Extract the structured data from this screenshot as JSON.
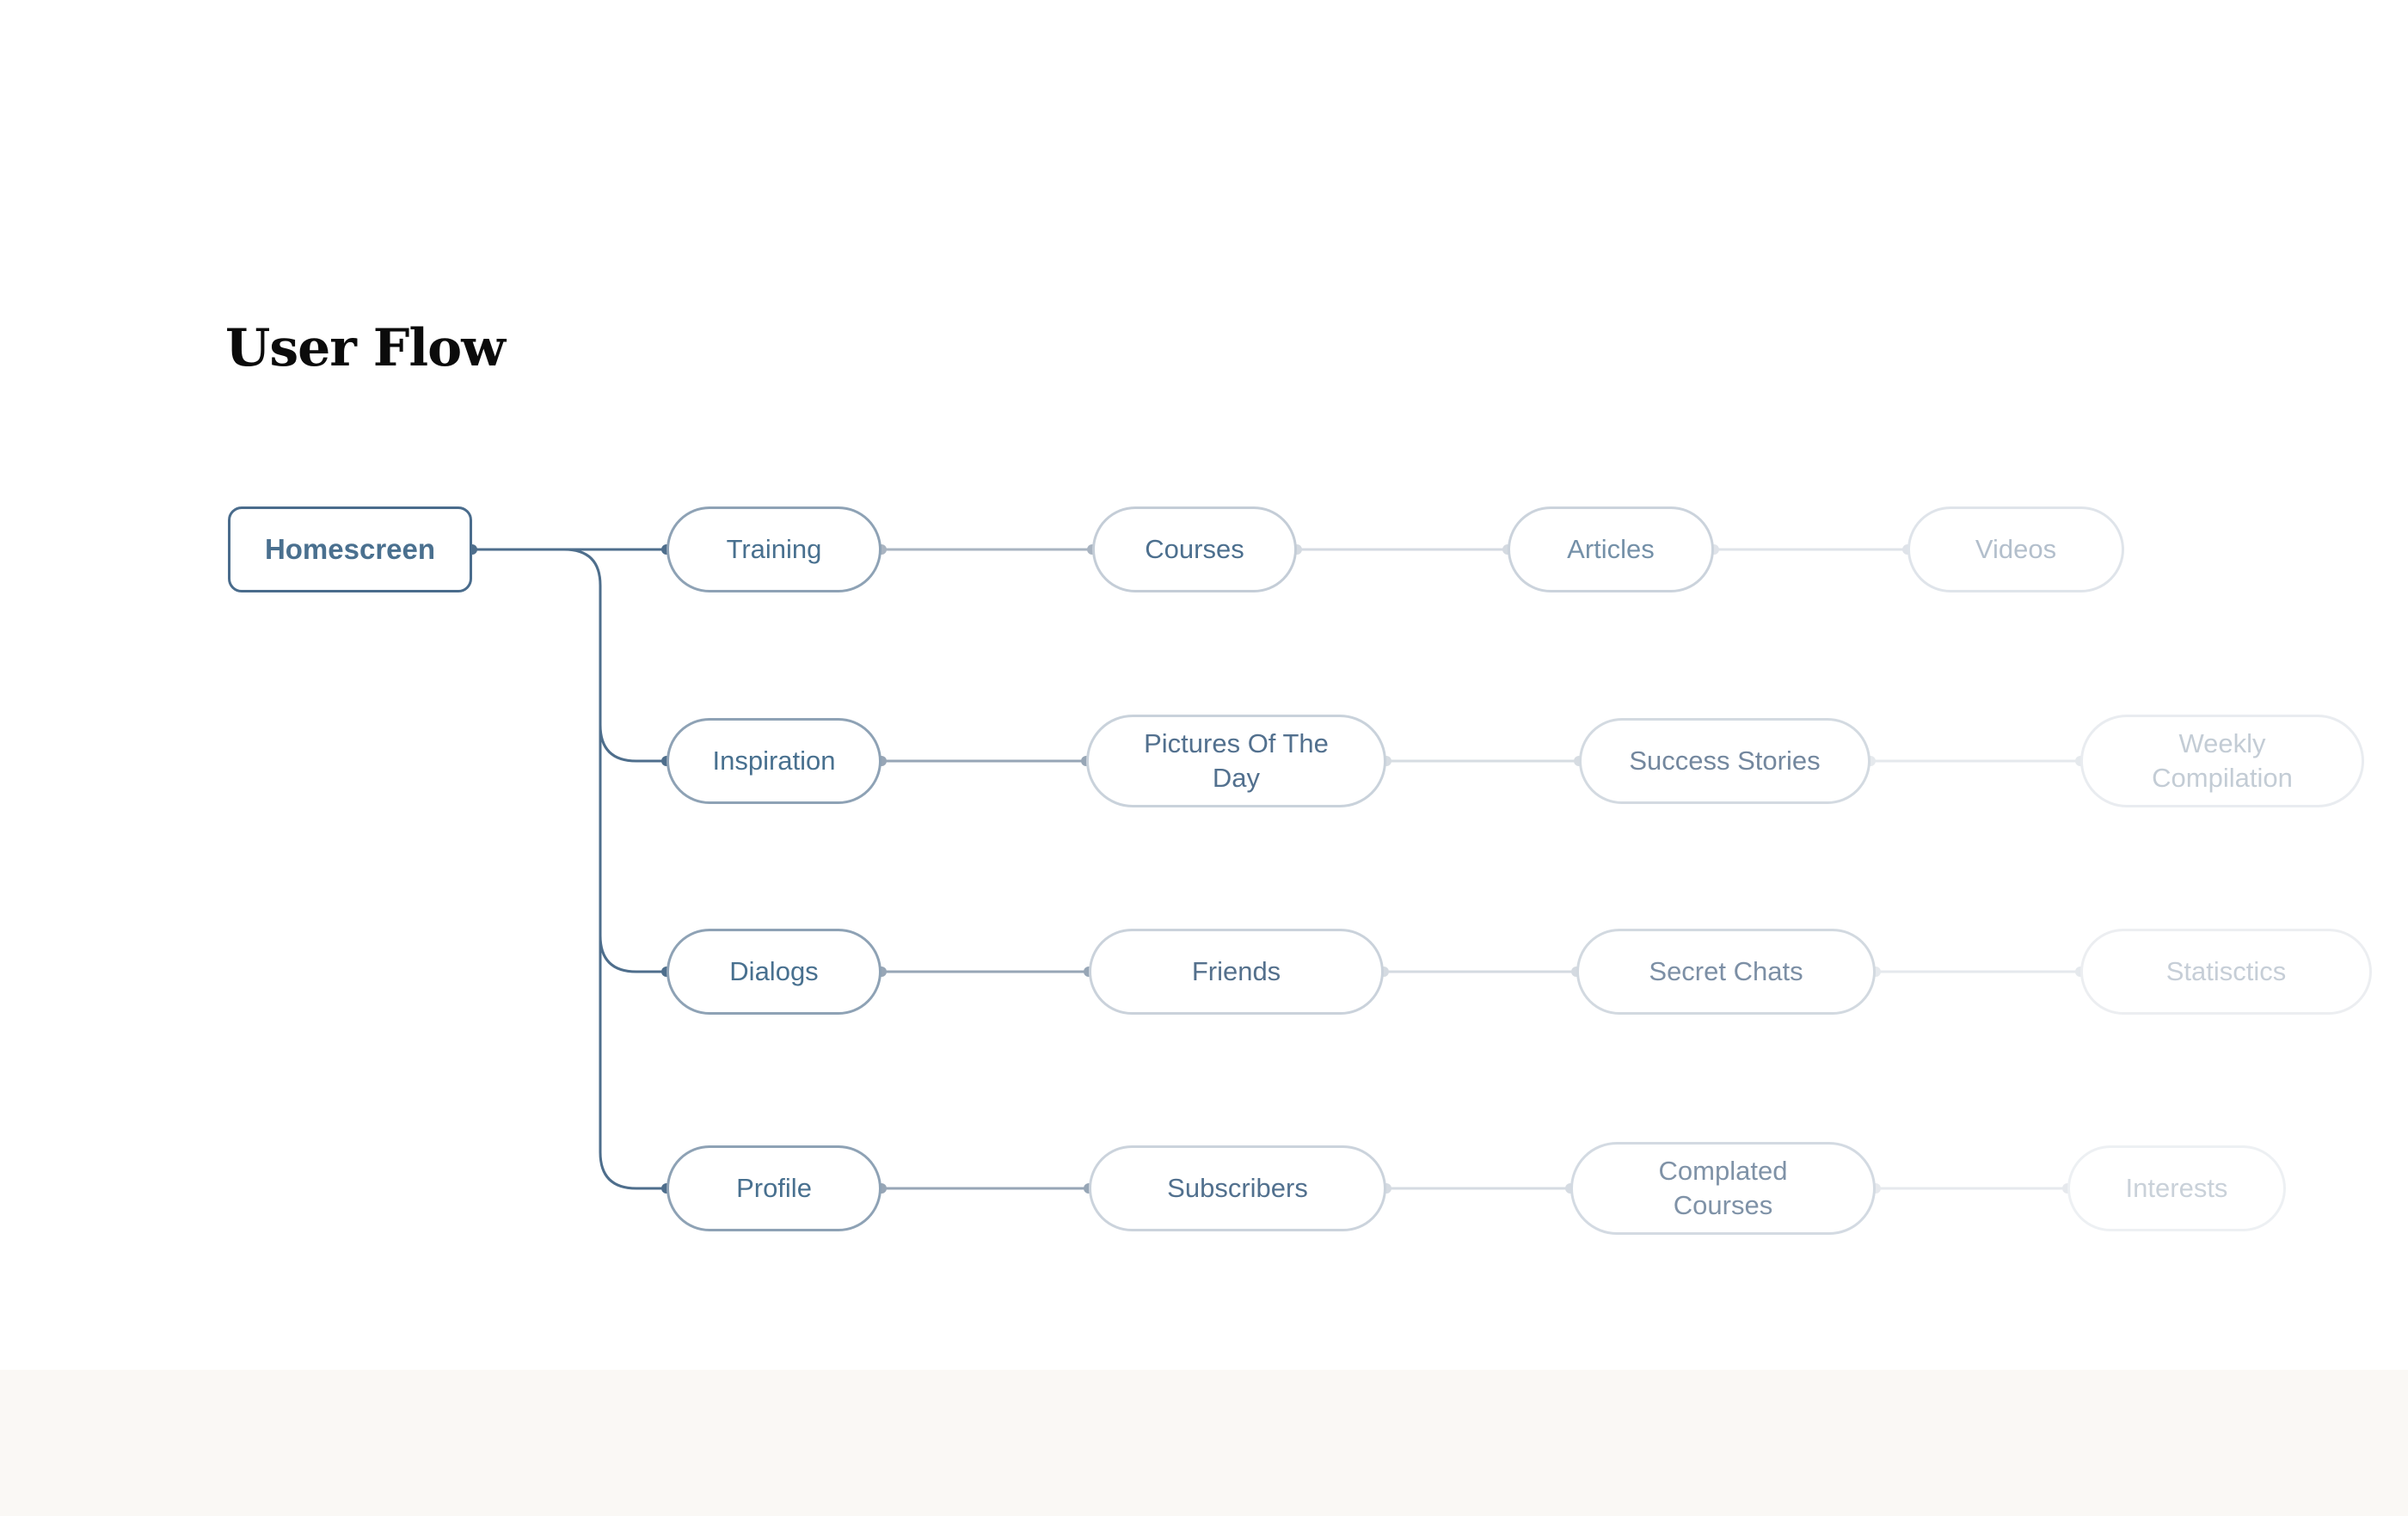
{
  "title": "User Flow",
  "colors": {
    "background": "#FFFFFF",
    "bottom_band": "#FAF8F5",
    "primary": "#4E6E8C",
    "r1c2": "#A9B4C1",
    "r1c3": "#D4DAE1",
    "r1c4": "#DFE3E9",
    "r2c2": "#97A6B6",
    "r2c3": "#D6DCE2",
    "r2c4": "#E5E9ED",
    "r3c2": "#97A6B6",
    "r3c3": "#D4DAE1",
    "r3c4": "#E5E9ED",
    "r4c2": "#97A6B6",
    "r4c3": "#D5DBE2",
    "r4c4": "#E6E9ED"
  },
  "nodes": {
    "homescreen": {
      "label": "Homescreen",
      "lines": [
        "Homescreen"
      ],
      "border": "#4A6C8C",
      "text": "#4A708F"
    },
    "training": {
      "label": "Training",
      "lines": [
        "Training"
      ],
      "border": "#8EA2B5",
      "text": "#48708F"
    },
    "courses": {
      "label": "Courses",
      "lines": [
        "Courses"
      ],
      "border": "#C4CDD7",
      "text": "#4C6F8E"
    },
    "articles": {
      "label": "Articles",
      "lines": [
        "Articles"
      ],
      "border": "#CBD3DC",
      "text": "#7490A8"
    },
    "videos": {
      "label": "Videos",
      "lines": [
        "Videos"
      ],
      "border": "#DFE4EA",
      "text": "#B3BFCC"
    },
    "inspiration": {
      "label": "Inspiration",
      "lines": [
        "Inspiration"
      ],
      "border": "#8EA2B5",
      "text": "#48708F"
    },
    "pictures_of_the_day": {
      "label": "Pictures Of The Day",
      "lines": [
        "Pictures Of The",
        "Day"
      ],
      "border": "#C9D2DB",
      "text": "#52708E"
    },
    "success_stories": {
      "label": "Success Stories",
      "lines": [
        "Success Stories"
      ],
      "border": "#D3DAE1",
      "text": "#73879E"
    },
    "weekly_compilation": {
      "label": "Weekly Compilation",
      "lines": [
        "Weekly",
        "Compilation"
      ],
      "border": "#E9ECF0",
      "text": "#C3CCD5"
    },
    "dialogs": {
      "label": "Dialogs",
      "lines": [
        "Dialogs"
      ],
      "border": "#8EA2B5",
      "text": "#48708F"
    },
    "friends": {
      "label": "Friends",
      "lines": [
        "Friends"
      ],
      "border": "#CAD2DB",
      "text": "#54708C"
    },
    "secret_chats": {
      "label": "Secret Chats",
      "lines": [
        "Secret Chats"
      ],
      "border": "#D2D9E0",
      "text": "#7C8FA5"
    },
    "statisctics": {
      "label": "Statisctics",
      "lines": [
        "Statisctics"
      ],
      "border": "#ECEEF1",
      "text": "#C6CED7"
    },
    "profile": {
      "label": "Profile",
      "lines": [
        "Profile"
      ],
      "border": "#8EA2B5",
      "text": "#48708F"
    },
    "subscribers": {
      "label": "Subscribers",
      "lines": [
        "Subscribers"
      ],
      "border": "#CBD3DC",
      "text": "#51708E"
    },
    "complated_courses": {
      "label": "Complated Courses",
      "lines": [
        "Complated",
        "Courses"
      ],
      "border": "#D3DAE2",
      "text": "#7F92A7"
    },
    "interests": {
      "label": "Interests",
      "lines": [
        "Interests"
      ],
      "border": "#EDF0F3",
      "text": "#C9D1D9"
    }
  }
}
